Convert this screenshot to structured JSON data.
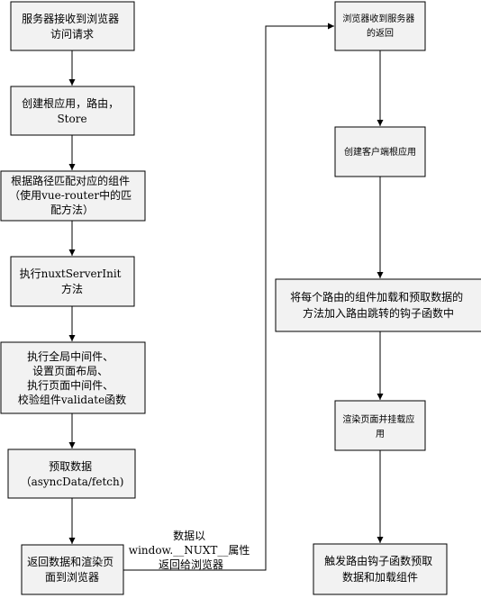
{
  "nodes": {
    "n1": {
      "lines": [
        "服务器接收到浏览器",
        "访问请求"
      ]
    },
    "n2": {
      "lines": [
        "创建根应用，路由，",
        "Store"
      ]
    },
    "n3": {
      "lines": [
        "根据路径匹配对应的组件",
        "（使用vue-router中的匹",
        "配方法）"
      ]
    },
    "n4": {
      "lines": [
        "执行nuxtServerInit",
        "方法"
      ]
    },
    "n5": {
      "lines": [
        "执行全局中间件、",
        "设置页面布局、",
        "执行页面中间件、",
        "校验组件validate函数"
      ]
    },
    "n6": {
      "lines": [
        "预取数据",
        "（asyncData/fetch)"
      ]
    },
    "n7": {
      "lines": [
        "返回数据和渲染页",
        "面到浏览器"
      ]
    },
    "n8": {
      "lines": [
        "浏览器收到服务器",
        "的返回"
      ]
    },
    "n9": {
      "lines": [
        "创建客户端根应用"
      ]
    },
    "n10": {
      "lines": [
        "将每个路由的组件加载和预取数据的",
        "方法加入路由跳转的钩子函数中"
      ]
    },
    "n11": {
      "lines": [
        "渲染页面并挂载应",
        "用"
      ]
    },
    "n12": {
      "lines": [
        "触发路由钩子函数预取",
        "数据和加载组件"
      ]
    }
  },
  "connector_label": {
    "lines": [
      "数据以",
      "window.__NUXT__属性",
      "返回给浏览器"
    ]
  }
}
